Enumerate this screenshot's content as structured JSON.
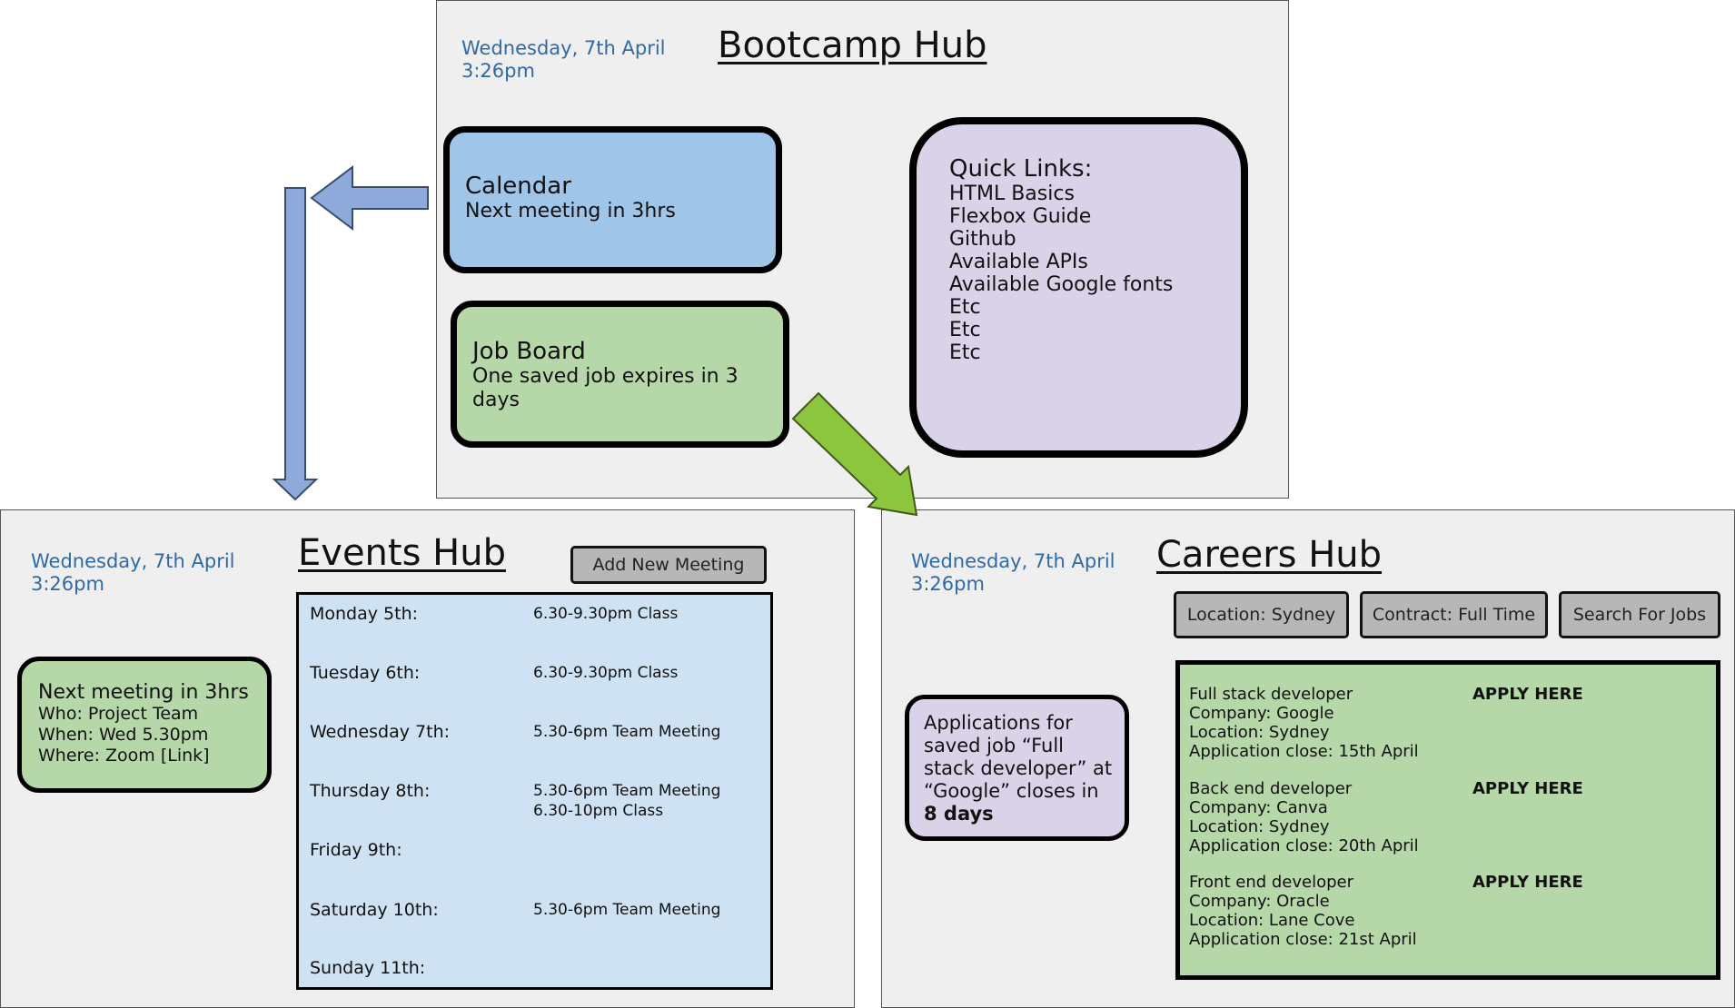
{
  "date_text": "Wednesday, 7th April\n3:26pm",
  "bootcamp": {
    "title": "Bootcamp Hub",
    "calendar_card": {
      "title": "Calendar",
      "text": "Next meeting in 3hrs",
      "color": "#9fc5e8"
    },
    "jobboard_card": {
      "title": "Job Board",
      "text": "One saved job expires in 3 days",
      "color": "#b6d7a8"
    },
    "quicklinks": {
      "title": "Quick Links:",
      "color": "#d9d2e9",
      "items": [
        "HTML Basics",
        "Flexbox Guide",
        "Github",
        "Available APIs",
        "Available Google fonts",
        "Etc",
        "Etc",
        "Etc"
      ]
    }
  },
  "events": {
    "title": "Events Hub",
    "add_button": "Add New Meeting",
    "next_meeting": {
      "title": "Next meeting in 3hrs",
      "who": "Who: Project Team",
      "when": "When: Wed 5.30pm",
      "where": "Where: Zoom [Link]"
    },
    "schedule": [
      {
        "day": "Monday 5th:",
        "events": "6.30-9.30pm Class"
      },
      {
        "day": "Tuesday 6th:",
        "events": "6.30-9.30pm Class"
      },
      {
        "day": "Wednesday 7th:",
        "events": "5.30-6pm Team Meeting"
      },
      {
        "day": "Thursday 8th:",
        "events": "5.30-6pm Team Meeting\n6.30-10pm Class"
      },
      {
        "day": "Friday 9th:",
        "events": ""
      },
      {
        "day": "Saturday 10th:",
        "events": "5.30-6pm Team Meeting"
      },
      {
        "day": "Sunday 11th:",
        "events": ""
      }
    ]
  },
  "careers": {
    "title": "Careers Hub",
    "filters": [
      "Location: Sydney",
      "Contract: Full Time",
      "Search For Jobs"
    ],
    "saved_job_notice": "Applications for saved job “Full stack developer” at “Google” closes in",
    "saved_job_days": "8 days",
    "apply_label": "APPLY HERE",
    "jobs": [
      {
        "role": "Full stack developer",
        "company": "Company: Google",
        "location": "Location: Sydney",
        "close": "Application close: 15th April"
      },
      {
        "role": "Back end developer",
        "company": "Company: Canva",
        "location": "Location: Sydney",
        "close": "Application close: 20th April"
      },
      {
        "role": "Front end developer",
        "company": "Company: Oracle",
        "location": "Location: Lane Cove",
        "close": "Application close: 21st April"
      }
    ]
  },
  "colors": {
    "panel_bg": "#efefef",
    "date_blue": "#2f6aa6",
    "schedule_blue": "#cfe2f3",
    "arrow_blue": "#8eaadb",
    "arrow_green": "#8cc63f"
  }
}
